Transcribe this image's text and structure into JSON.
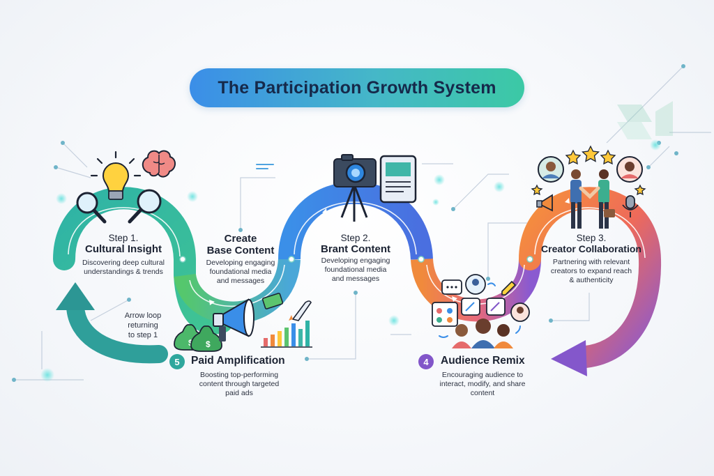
{
  "title": "The Participation Growth System",
  "steps": {
    "cultural_insight": {
      "step": "Step 1.",
      "heading": "Cultural Insight",
      "desc": [
        "Discovering deep cultural",
        "understandings & trends"
      ]
    },
    "base_content": {
      "heading": [
        "Create",
        "Base Content"
      ],
      "desc": [
        "Developing engaging",
        "foundational media",
        "and messages"
      ]
    },
    "brant_content": {
      "step": "Step 2.",
      "heading": "Brant Content",
      "desc": [
        "Developing engaging",
        "foundational media",
        "and messages"
      ]
    },
    "creator_collab": {
      "step": "Step 3.",
      "heading": "Creator Collaboration",
      "desc": [
        "Partnering with relevant",
        "creators to expand reach",
        "& authenticity"
      ]
    },
    "audience_remix": {
      "number": "4",
      "heading": "Audience Remix",
      "desc": [
        "Encouraging audience to",
        "interact, modify, and share",
        "content"
      ]
    },
    "paid_amplification": {
      "number": "5",
      "heading": "Paid Amplification",
      "desc": [
        "Boosting top-performing",
        "content through targeted",
        "paid ads"
      ]
    },
    "loop_note": [
      "Arrow loop",
      "returning",
      "to step 1"
    ]
  },
  "colors": {
    "teal": "#2bb3a6",
    "green": "#5cc46e",
    "blue": "#3a8ee8",
    "purple": "#8256c9",
    "orange": "#f28a3a",
    "navy": "#16294a"
  },
  "icons": [
    "lightbulb-icon",
    "brain-icon",
    "magnifier-icon",
    "camera-icon",
    "tablet-icon",
    "megaphone-icon",
    "money-bag-icon",
    "bar-chart-icon",
    "rocket-icon",
    "people-icon",
    "star-icon",
    "handshake-icon",
    "microphone-icon",
    "chat-icon"
  ]
}
